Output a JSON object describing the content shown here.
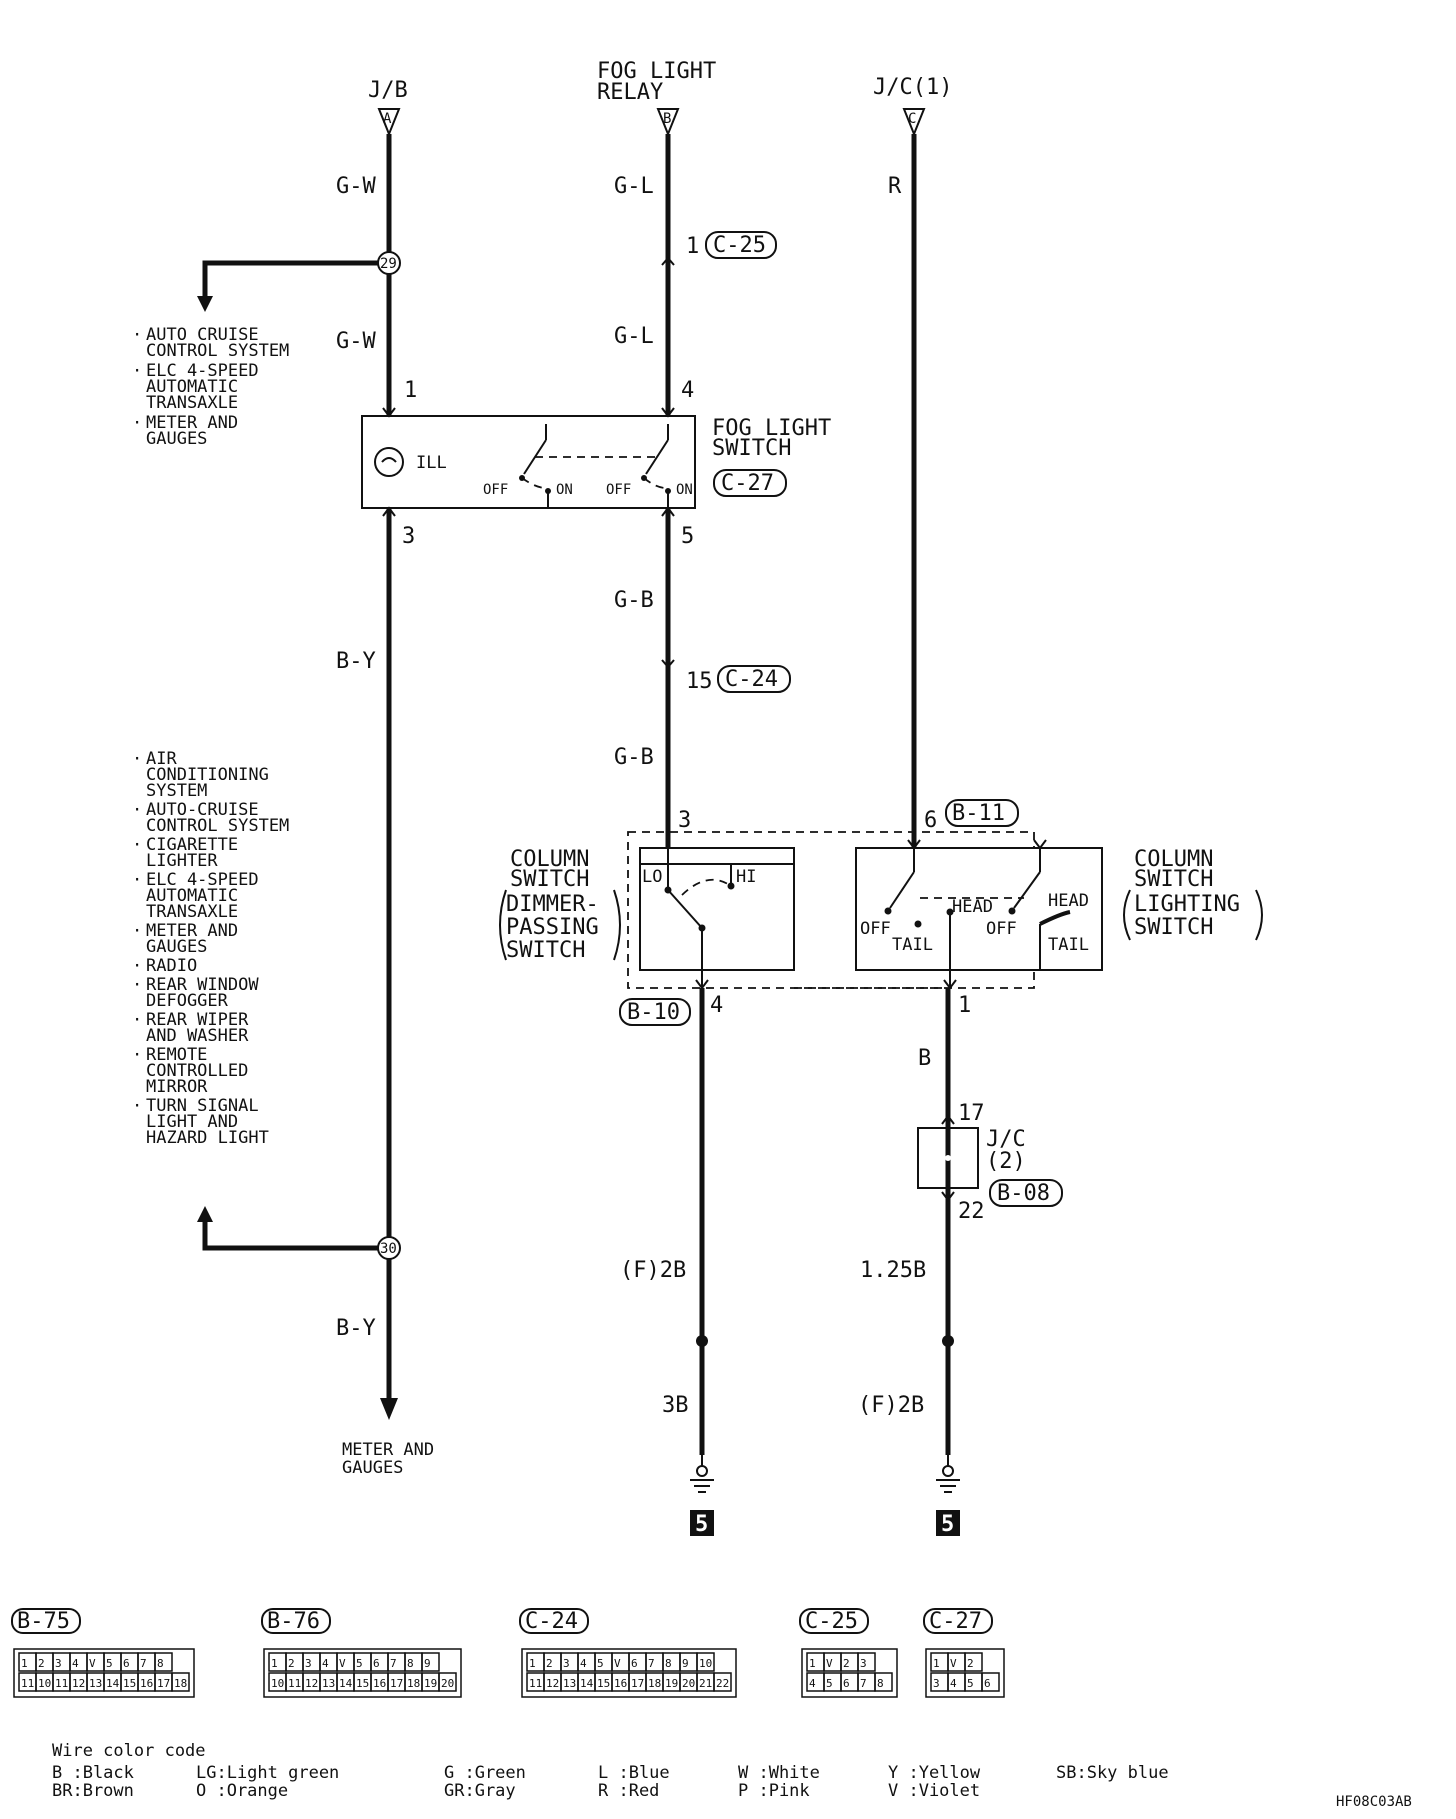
{
  "sources": {
    "a": {
      "name": "J/B",
      "letter": "A"
    },
    "b": {
      "name_line1": "FOG LIGHT",
      "name_line2": "RELAY",
      "letter": "B"
    },
    "c": {
      "name": "J/C(1)",
      "letter": "C"
    }
  },
  "wires": {
    "a_top": "G-W",
    "a_mid": "G-W",
    "a_low": "B-Y",
    "a_bottom": "B-Y",
    "b_top": "G-L",
    "b_mid": "G-L",
    "b_low1": "G-B",
    "b_low2": "G-B",
    "c_top": "R",
    "left_ground_upper": "(F)2B",
    "left_ground_lower": "3B",
    "right_after_switch": "B",
    "right_ground_upper": "1.25B",
    "right_ground_lower": "(F)2B"
  },
  "splices": {
    "upper": "29",
    "lower": "30"
  },
  "connectors": {
    "c25": {
      "pin": "1",
      "tag": "C-25"
    },
    "c24": {
      "pin": "15",
      "tag": "C-24"
    },
    "c27": {
      "tag": "C-27"
    },
    "b11": {
      "pin": "6",
      "tag": "B-11"
    },
    "b10": {
      "tag": "B-10"
    },
    "b08": {
      "tag": "B-08"
    }
  },
  "pins": {
    "fog_in_a": "1",
    "fog_in_b": "4",
    "fog_out_a": "3",
    "fog_out_b": "5",
    "dimmer_in": "3",
    "dimmer_out": "4",
    "lighting_out": "1",
    "jc_in": "17",
    "jc_out": "22"
  },
  "fog_switch": {
    "title_line1": "FOG LIGHT",
    "title_line2": "SWITCH",
    "ill": "ILL",
    "off1": "OFF",
    "on1": "ON",
    "off2": "OFF",
    "on2": "ON"
  },
  "dimmer_switch": {
    "title": [
      "COLUMN",
      "SWITCH",
      "DIMMER-",
      "PASSING",
      "SWITCH"
    ],
    "lo": "LO",
    "hi": "HI"
  },
  "lighting_switch": {
    "title": [
      "COLUMN",
      "SWITCH",
      "LIGHTING",
      "SWITCH"
    ],
    "off1": "OFF",
    "tail1": "TAIL",
    "head1": "HEAD",
    "off2": "OFF",
    "head2": "HEAD",
    "tail2": "TAIL"
  },
  "jc2": {
    "line1": "J/C",
    "line2": "(2)"
  },
  "ground_symbol": "5",
  "upper_branch_systems": [
    [
      "AUTO CRUISE",
      "CONTROL SYSTEM"
    ],
    [
      "ELC 4-SPEED",
      "AUTOMATIC",
      "TRANSAXLE"
    ],
    [
      "METER AND",
      "GAUGES"
    ]
  ],
  "lower_branch_systems": [
    [
      "AIR",
      "CONDITIONING",
      "SYSTEM"
    ],
    [
      "AUTO-CRUISE",
      "CONTROL SYSTEM"
    ],
    [
      "CIGARETTE",
      "LIGHTER"
    ],
    [
      "ELC 4-SPEED",
      "AUTOMATIC",
      "TRANSAXLE"
    ],
    [
      "METER AND",
      "GAUGES"
    ],
    [
      "RADIO"
    ],
    [
      "REAR WINDOW",
      "DEFOGGER"
    ],
    [
      "REAR WIPER",
      "AND WASHER"
    ],
    [
      "REMOTE",
      "CONTROLLED",
      "MIRROR"
    ],
    [
      "TURN SIGNAL",
      "LIGHT AND",
      "HAZARD LIGHT"
    ]
  ],
  "bottom_destination": [
    "METER AND",
    "GAUGES"
  ],
  "connector_diagrams": [
    {
      "tag": "B-75",
      "rows": [
        [
          "1",
          "2",
          "3",
          "4",
          "V",
          "5",
          "6",
          "7",
          "8"
        ],
        [
          "11",
          "10",
          "11",
          "12",
          "13",
          "14",
          "15",
          "16",
          "17",
          "18"
        ]
      ]
    },
    {
      "tag": "B-76",
      "rows": [
        [
          "1",
          "2",
          "3",
          "4",
          "V",
          "5",
          "6",
          "7",
          "8",
          "9"
        ],
        [
          "10",
          "11",
          "12",
          "13",
          "14",
          "15",
          "16",
          "17",
          "18",
          "19",
          "20"
        ]
      ]
    },
    {
      "tag": "C-24",
      "rows": [
        [
          "1",
          "2",
          "3",
          "4",
          "5",
          "V",
          "6",
          "7",
          "8",
          "9",
          "10"
        ],
        [
          "11",
          "12",
          "13",
          "14",
          "15",
          "16",
          "17",
          "18",
          "19",
          "20",
          "21",
          "22"
        ]
      ]
    },
    {
      "tag": "C-25",
      "rows": [
        [
          "1",
          "V",
          "2",
          "3"
        ],
        [
          "4",
          "5",
          "6",
          "7",
          "8"
        ]
      ]
    },
    {
      "tag": "C-27",
      "rows": [
        [
          "1",
          "V",
          "2"
        ],
        [
          "3",
          "4",
          "5",
          "6"
        ]
      ]
    }
  ],
  "wire_color_code": {
    "heading": "Wire color code",
    "entries": [
      [
        "B :Black",
        "BR:Brown"
      ],
      [
        "LG:Light green",
        "O :Orange"
      ],
      [
        "G :Green",
        "GR:Gray"
      ],
      [
        "L :Blue",
        "R :Red"
      ],
      [
        "W :White",
        "P :Pink"
      ],
      [
        "Y :Yellow",
        "V :Violet"
      ],
      [
        "SB:Sky blue"
      ]
    ]
  },
  "figure_code": "HF08C03AB"
}
